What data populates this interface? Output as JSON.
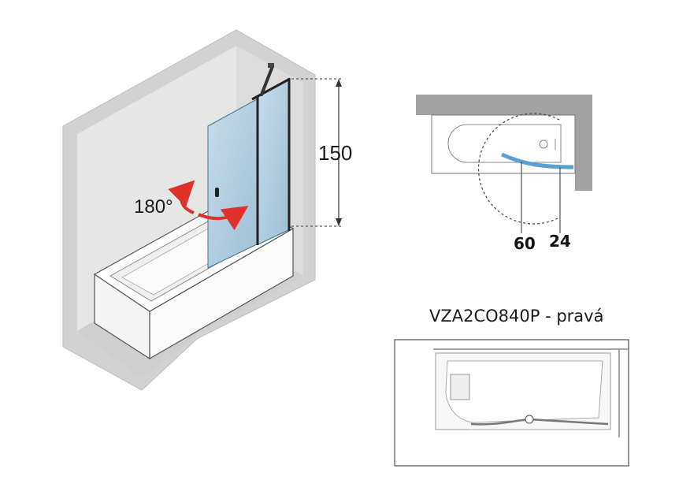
{
  "iso_view": {
    "height_label": "150",
    "rotation_label": "180°"
  },
  "top_view": {
    "dim_left": "60",
    "dim_right": "24"
  },
  "plan_view": {
    "title": "VZA2CO840P - pravá"
  },
  "colors": {
    "wall": "#c9c9c9",
    "wall_dark": "#a8a8a8",
    "glass": "#a9c8dc",
    "glass_edge": "#5d8fb0",
    "arrow_red": "#e0302a",
    "top_wall": "#9c9c9c",
    "blue_line": "#5aa0d2"
  }
}
